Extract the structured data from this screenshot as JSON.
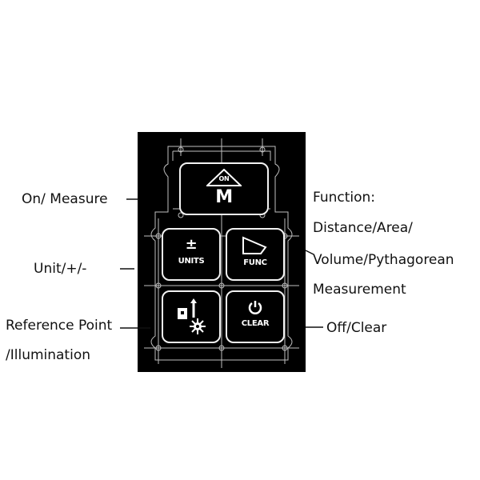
{
  "keypad": {
    "on_button": {
      "top_text": "ON",
      "bottom_text": "M"
    },
    "units_button": {
      "symbol": "±",
      "text": "UNITS"
    },
    "func_button": {
      "text": "FUNC"
    },
    "clear_button": {
      "text": "CLEAR"
    },
    "reference_button": {}
  },
  "callouts": {
    "on_measure": "On/ Measure",
    "function_line1": "Function:",
    "function_line2": "Distance/Area/",
    "function_line3": "Volume/Pythagorean",
    "function_line4": "Measurement",
    "unit": "Unit/+/-",
    "reference_line1": "Reference Point",
    "reference_line2": "/Illumination",
    "off_clear": "Off/Clear"
  },
  "icons": [
    "triangle-icon",
    "plus-minus-icon",
    "parallelogram-icon",
    "power-icon",
    "reference-icon",
    "gear-icon"
  ]
}
